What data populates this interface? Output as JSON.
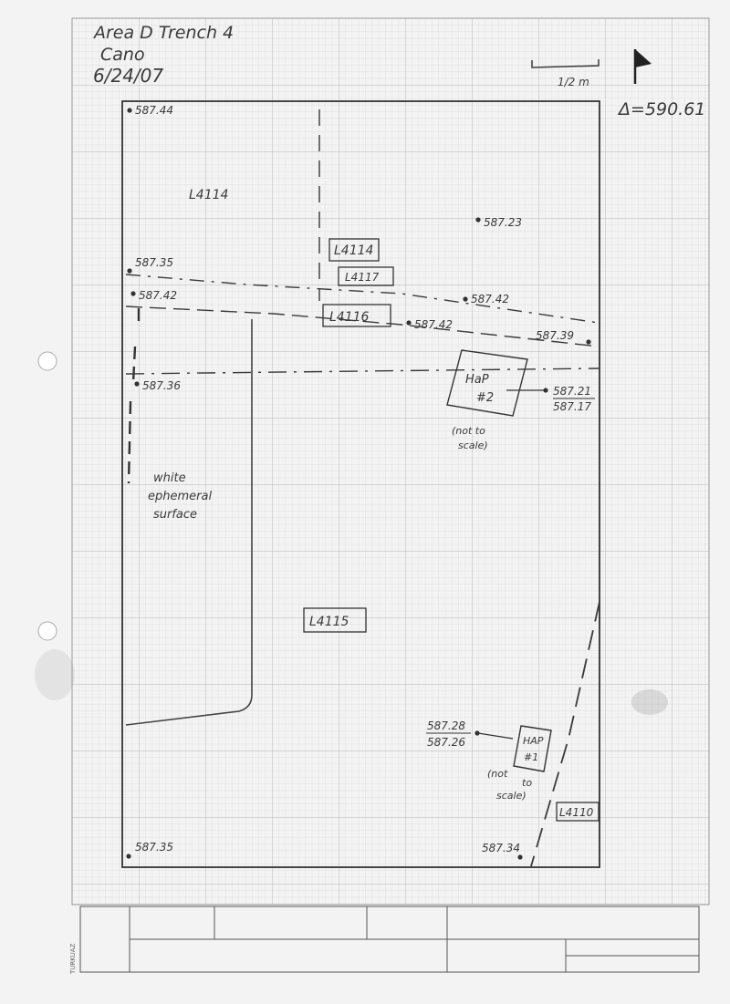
{
  "sheet": {
    "header": {
      "line1": "Area D Trench 4",
      "line2": "Cano",
      "line3": "6/24/07"
    },
    "scale_bar_label": "1/2 m",
    "north_arrow": "flag-arrow-icon",
    "datum_label": "Δ=590.61",
    "paper_brand": "TURKUAZ",
    "colors": {
      "paper": "#f4f4f4",
      "grid": "#c9c9c9",
      "ink": "#3a3a3a"
    }
  },
  "elevations": {
    "tl": "587.44",
    "l1": "587.35",
    "l2": "587.42",
    "l3": "587.36",
    "top_right": "587.23",
    "mid1": "587.42",
    "mid2": "587.42",
    "right1": "587.39",
    "right2a": "587.21",
    "right2b": "587.17",
    "bottom_left": "587.35",
    "bottom_mid": "587.34",
    "hap1a": "587.28",
    "hap1b": "587.26"
  },
  "loci": {
    "l4114_text": "L4114",
    "l4114_box": "L4114",
    "l4117": "L4117",
    "l4116": "L4116",
    "l4115": "L4115",
    "l4110": "L4110"
  },
  "notes": {
    "white_1": "white",
    "white_2": "ephemeral",
    "white_3": "surface",
    "hap2_a": "HaP",
    "hap2_b": "#2",
    "hap2_c": "(not to",
    "hap2_d": "scale)",
    "hap1_a": "HAP",
    "hap1_b": "#1",
    "hap1_c": "(not",
    "hap1_d": "to",
    "hap1_e": "scale)"
  }
}
